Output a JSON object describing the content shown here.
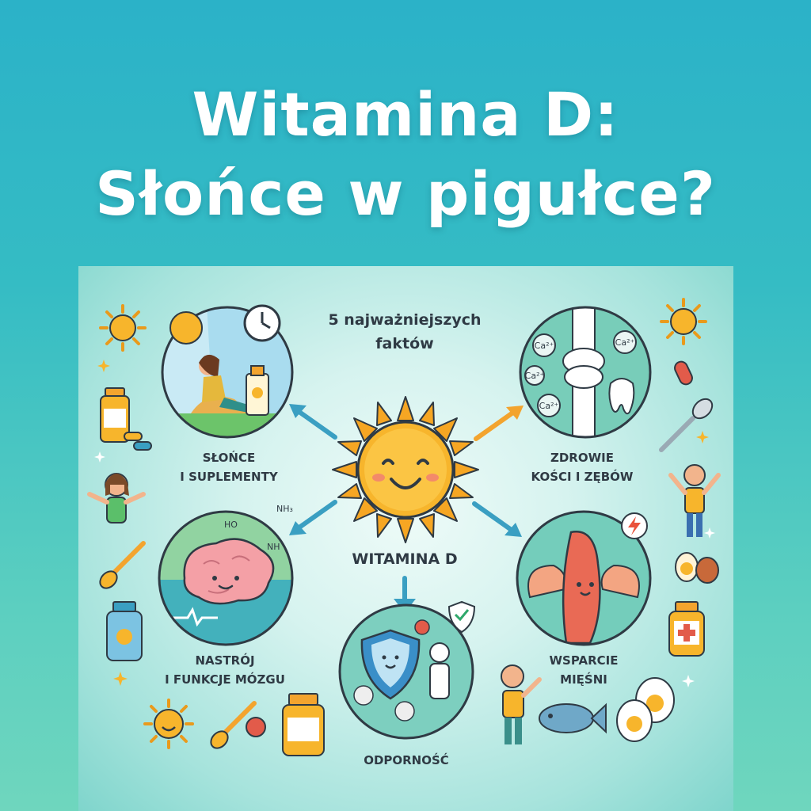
{
  "title": "Witamina D:\nSłońce w pigułce?",
  "panel": {
    "subtitle": "5 najważniejszych\nfaktów",
    "center_label": "WITAMINA D",
    "topics": [
      {
        "label": "SŁOŃCE\nI SUPLEMENTY",
        "icon": "sun-and-person-icon"
      },
      {
        "label": "ZDROWIE\nKOŚCI I ZĘBÓW",
        "icon": "bone-and-tooth-icon"
      },
      {
        "label": "NASTRÓJ\nI FUNKCJE MÓZGU",
        "icon": "brain-icon"
      },
      {
        "label": "WSPARCIE\nMIĘŚNI",
        "icon": "muscle-icon"
      },
      {
        "label": "ODPORNOŚĆ",
        "icon": "shield-icon"
      }
    ],
    "molecule_labels": {
      "ho": "HO",
      "nh": "NH",
      "nh3": "NH₃"
    },
    "calcium_labels": [
      "Ca²⁺",
      "Ca²⁺",
      "Ca²⁺",
      "Ca²⁺"
    ],
    "colors": {
      "sun": "#f7b52c",
      "arrow_blue": "#3a9fc2",
      "arrow_orange": "#f3a42e",
      "circle_border": "#2f3a44"
    }
  }
}
